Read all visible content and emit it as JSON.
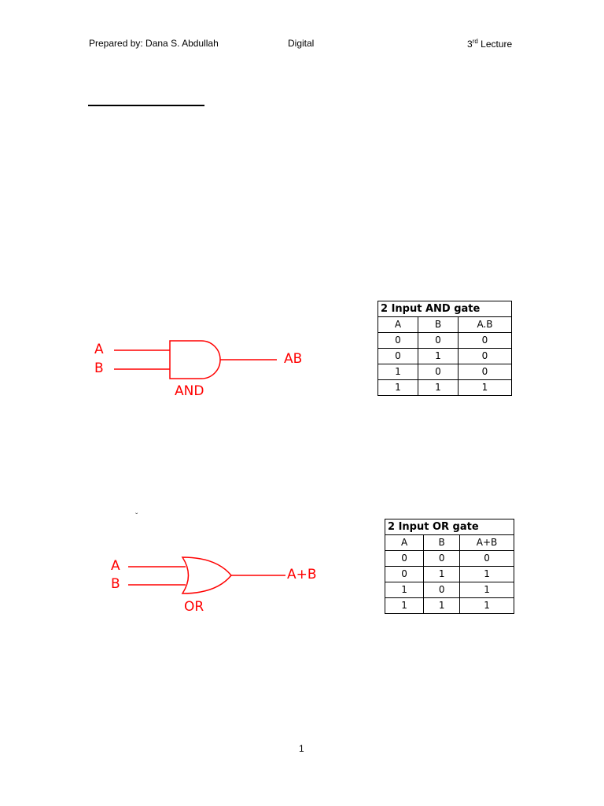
{
  "header": {
    "left": "Prepared by: Dana S. Abdullah",
    "middle": "Digital",
    "right_num": "3",
    "right_sup": "rd",
    "right_word": " Lecture"
  },
  "and_gate": {
    "input_a": "A",
    "input_b": "B",
    "output": "AB",
    "name": "AND"
  },
  "and_table": {
    "title": "2 Input AND gate",
    "columns": [
      "A",
      "B",
      "A.B"
    ],
    "rows": [
      [
        "0",
        "0",
        "0"
      ],
      [
        "0",
        "1",
        "0"
      ],
      [
        "1",
        "0",
        "0"
      ],
      [
        "1",
        "1",
        "1"
      ]
    ]
  },
  "or_gate": {
    "input_a": "A",
    "input_b": "B",
    "output": "A+B",
    "name": "OR"
  },
  "or_table": {
    "title": "2 Input OR gate",
    "columns": [
      "A",
      "B",
      "A+B"
    ],
    "rows": [
      [
        "0",
        "0",
        "0"
      ],
      [
        "0",
        "1",
        "1"
      ],
      [
        "1",
        "0",
        "1"
      ],
      [
        "1",
        "1",
        "1"
      ]
    ]
  },
  "stray_mark": "ˇ",
  "footer": {
    "page_number": "1"
  },
  "colors": {
    "gate_red": "#ff0000"
  }
}
